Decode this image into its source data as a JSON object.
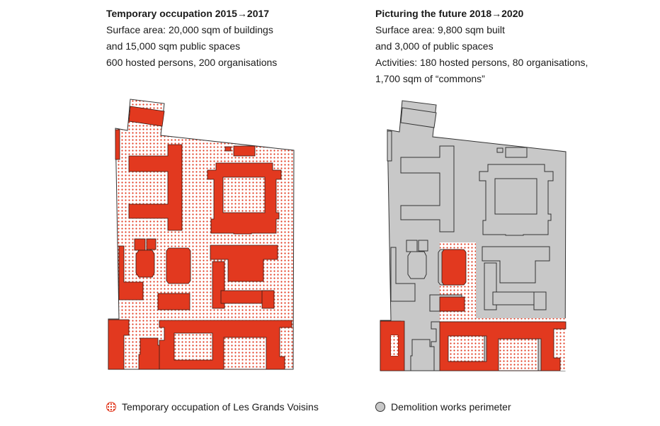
{
  "left_panel": {
    "title": "Temporary occupation 2015→2017",
    "lines": [
      "Surface area: 20,000 sqm of buildings",
      "and 15,000 sqm public spaces",
      "600 hosted persons, 200 organisations"
    ]
  },
  "right_panel": {
    "title": "Picturing the future 2018→2020",
    "lines": [
      "Surface area: 9,800 sqm built",
      "and 3,000 of public spaces",
      "Activities: 180 hosted persons, 80 organisations,",
      "1,700 sqm of “commons”"
    ]
  },
  "legend": [
    {
      "label": "Temporary occupation of Les Grands Voisins",
      "icon": "dotted-red-circle"
    },
    {
      "label": "Demolition works perimeter",
      "icon": "grey-circle"
    }
  ],
  "colors": {
    "red": "#e2391f",
    "grey": "#c8c8c8",
    "outline": "#333333"
  }
}
